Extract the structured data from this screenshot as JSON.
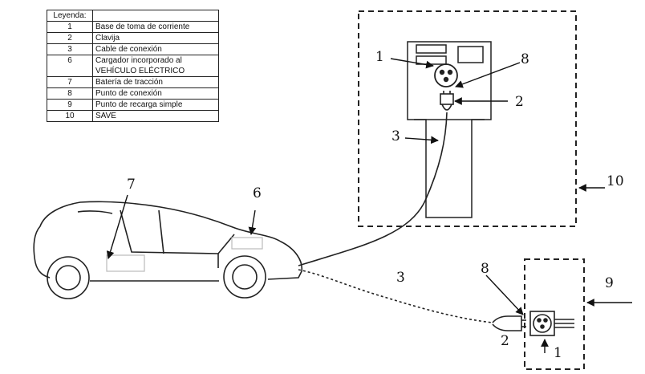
{
  "legend": {
    "header": "Leyenda:",
    "rows": [
      {
        "num": "1",
        "desc": "Base de toma de corriente"
      },
      {
        "num": "2",
        "desc": "Clavija"
      },
      {
        "num": "3",
        "desc": "Cable de conexión"
      },
      {
        "num": "6",
        "desc": "Cargador incorporado al",
        "desc2": "VEHÍCULO ELÉCTRICO"
      },
      {
        "num": "7",
        "desc": "Batería de tracción"
      },
      {
        "num": "8",
        "desc": "Punto de conexión"
      },
      {
        "num": "9",
        "desc": "Punto de recarga simple"
      },
      {
        "num": "10",
        "desc": "SAVE"
      }
    ]
  },
  "labels": {
    "station_socket": "1",
    "station_connection": "8",
    "station_plug": "2",
    "station_cable": "3",
    "save": "10",
    "charger": "6",
    "battery": "7",
    "outlet_cable": "3",
    "outlet_connection": "8",
    "simple_point": "9",
    "outlet_plug": "2",
    "outlet_socket": "1"
  }
}
